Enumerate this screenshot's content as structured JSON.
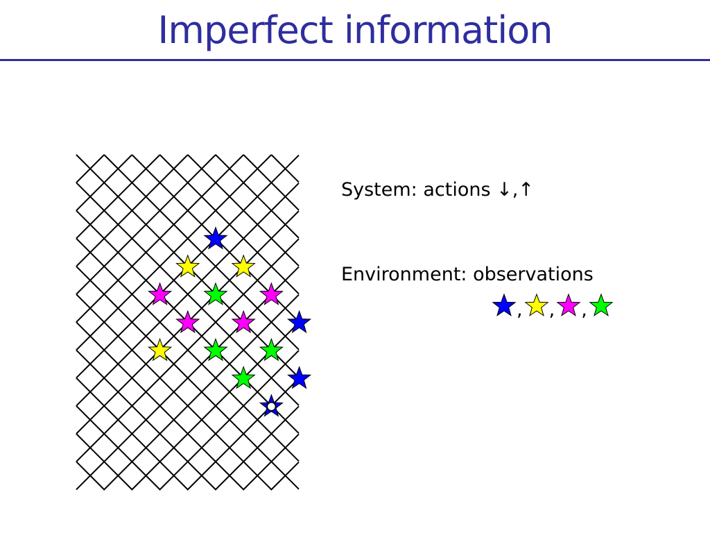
{
  "slide": {
    "title": "Imperfect information",
    "system_label": "System: actions ",
    "system_arrows": "↓,↑",
    "environment_label": "Environment: observations"
  },
  "colors": {
    "title": "#2e2e9e",
    "blue": "#0000ff",
    "yellow": "#ffff00",
    "magenta": "#ff00ff",
    "green": "#00ff00",
    "grid": "#000000"
  },
  "observations": [
    {
      "color": "blue",
      "separator": ","
    },
    {
      "color": "yellow",
      "separator": ","
    },
    {
      "color": "magenta",
      "separator": ","
    },
    {
      "color": "green",
      "separator": ""
    }
  ],
  "lattice_stars": [
    {
      "col": 5,
      "row": 3,
      "color": "blue"
    },
    {
      "col": 4,
      "row": 4,
      "color": "yellow"
    },
    {
      "col": 6,
      "row": 4,
      "color": "yellow"
    },
    {
      "col": 3,
      "row": 5,
      "color": "magenta"
    },
    {
      "col": 5,
      "row": 5,
      "color": "green"
    },
    {
      "col": 7,
      "row": 5,
      "color": "magenta"
    },
    {
      "col": 4,
      "row": 6,
      "color": "magenta"
    },
    {
      "col": 6,
      "row": 6,
      "color": "magenta"
    },
    {
      "col": 8,
      "row": 6,
      "color": "blue"
    },
    {
      "col": 3,
      "row": 7,
      "color": "yellow"
    },
    {
      "col": 5,
      "row": 7,
      "color": "green"
    },
    {
      "col": 7,
      "row": 7,
      "color": "green"
    },
    {
      "col": 6,
      "row": 8,
      "color": "green"
    },
    {
      "col": 8,
      "row": 8,
      "color": "blue"
    },
    {
      "col": 7,
      "row": 9,
      "color": "blue",
      "initial": true
    }
  ]
}
